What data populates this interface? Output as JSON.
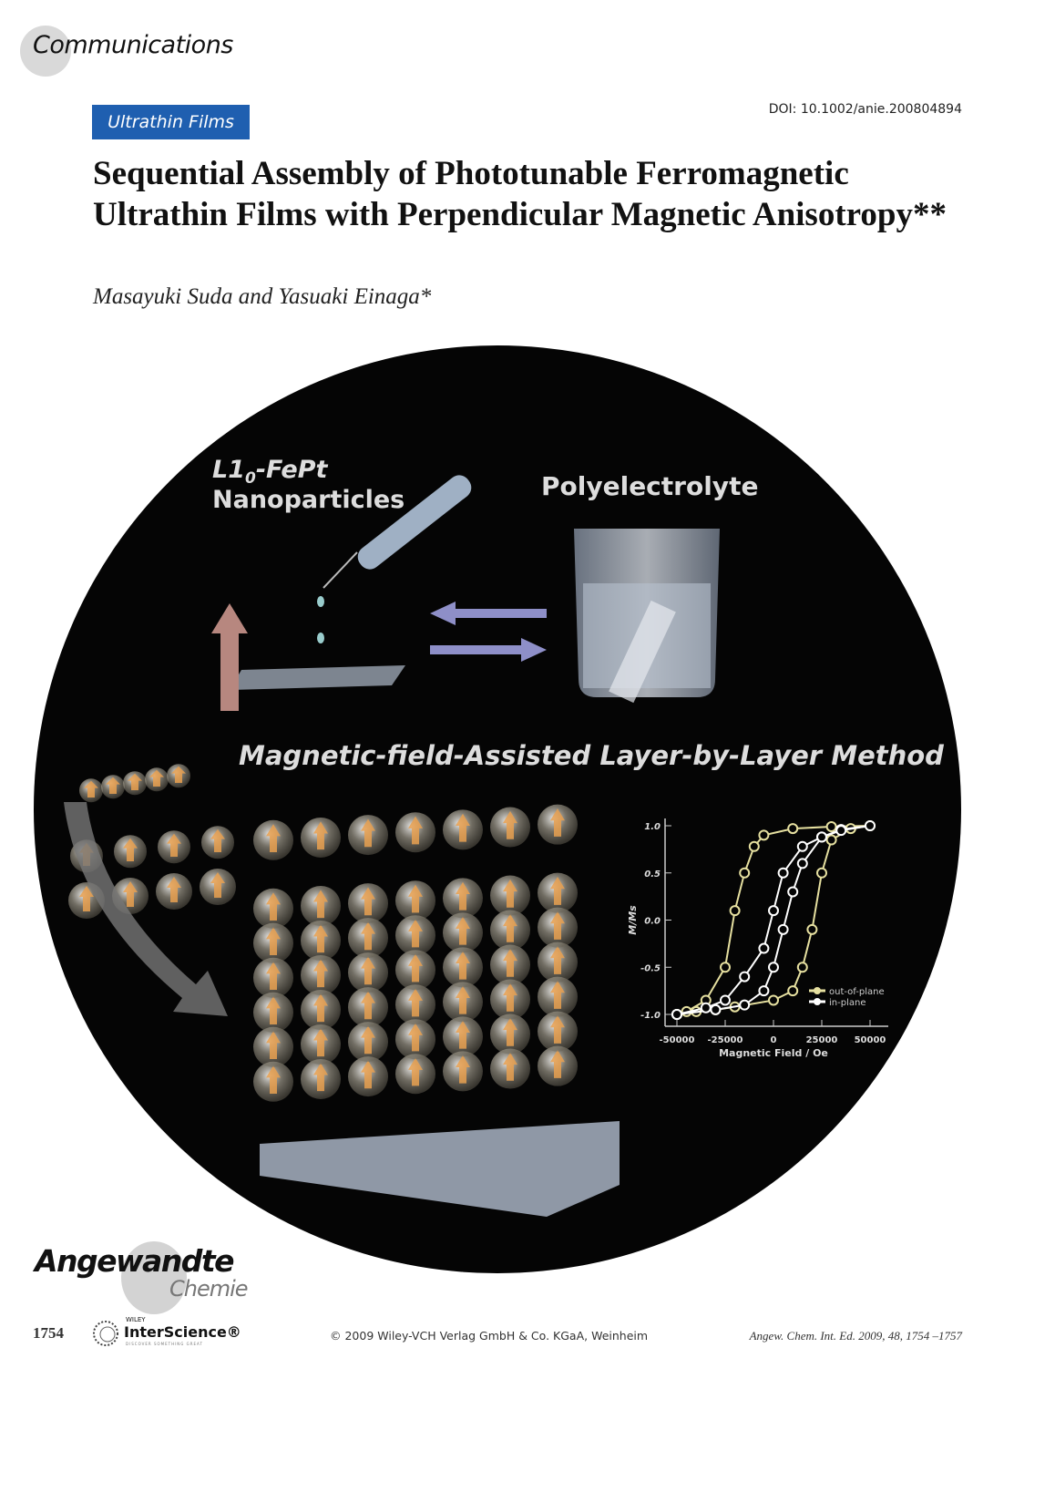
{
  "header": {
    "section": "Communications",
    "badge": "Ultrathin Films",
    "doi": "DOI: 10.1002/anie.200804894"
  },
  "article": {
    "title": "Sequential Assembly of Phototunable Ferromagnetic Ultrathin Films with Perpendicular Magnetic Anisotropy**",
    "authors": "Masayuki Suda and Yasuaki Einaga*"
  },
  "figure": {
    "label_nanoparticles_1": "L1",
    "label_nanoparticles_sub": "0",
    "label_nanoparticles_2": "-FePt",
    "label_nanoparticles_3": "Nanoparticles",
    "label_polyelectrolyte": "Polyelectrolyte",
    "label_method": "Magnetic-field-Assisted Layer-by-Layer Method",
    "colors": {
      "background": "#050505",
      "out_of_plane": "#e6e0a0",
      "in_plane": "#ffffff",
      "arrow": "#e8a050"
    }
  },
  "chart_data": {
    "type": "line",
    "xlabel": "Magnetic Field / Oe",
    "ylabel": "M/Ms",
    "xlim": [
      -55000,
      55000
    ],
    "ylim": [
      -1.0,
      1.0
    ],
    "xticks": [
      "-50000",
      "-25000",
      "0",
      "25000",
      "50000"
    ],
    "xtick_values": [
      -50000,
      -25000,
      0,
      25000,
      50000
    ],
    "yticks": [
      "1.0",
      "0.5",
      "0.0",
      "-0.5",
      "-1.0"
    ],
    "ytick_values": [
      1.0,
      0.5,
      0.0,
      -0.5,
      -1.0
    ],
    "legend_position": "bottom-right",
    "series": [
      {
        "name": "out-of-plane",
        "color": "#e6e0a0",
        "x": [
          -50000,
          -40000,
          -30000,
          -20000,
          0,
          10000,
          15000,
          20000,
          25000,
          30000,
          40000,
          50000,
          30000,
          10000,
          -5000,
          -10000,
          -15000,
          -20000,
          -25000,
          -35000,
          -45000,
          -50000
        ],
        "y": [
          -1,
          -0.97,
          -0.95,
          -0.92,
          -0.85,
          -0.75,
          -0.5,
          -0.1,
          0.5,
          0.85,
          0.97,
          1,
          0.99,
          0.97,
          0.9,
          0.78,
          0.5,
          0.1,
          -0.5,
          -0.85,
          -0.97,
          -1
        ]
      },
      {
        "name": "in-plane",
        "color": "#ffffff",
        "x": [
          -50000,
          -30000,
          -15000,
          -5000,
          0,
          5000,
          10000,
          15000,
          25000,
          35000,
          50000,
          35000,
          25000,
          15000,
          5000,
          0,
          -5000,
          -15000,
          -25000,
          -35000,
          -50000
        ],
        "y": [
          -1,
          -0.95,
          -0.9,
          -0.75,
          -0.5,
          -0.1,
          0.3,
          0.6,
          0.88,
          0.96,
          1,
          0.95,
          0.88,
          0.78,
          0.5,
          0.1,
          -0.3,
          -0.6,
          -0.85,
          -0.93,
          -1
        ]
      }
    ]
  },
  "footer": {
    "logo_line1": "Angewandte",
    "logo_line2": "Chemie",
    "page_number": "1754",
    "interscience_wiley": "WILEY",
    "interscience_name": "InterScience®",
    "interscience_tagline": "DISCOVER SOMETHING GREAT",
    "copyright": "© 2009 Wiley-VCH Verlag GmbH & Co. KGaA, Weinheim",
    "citation": "Angew. Chem. Int. Ed. 2009, 48, 1754 –1757"
  }
}
